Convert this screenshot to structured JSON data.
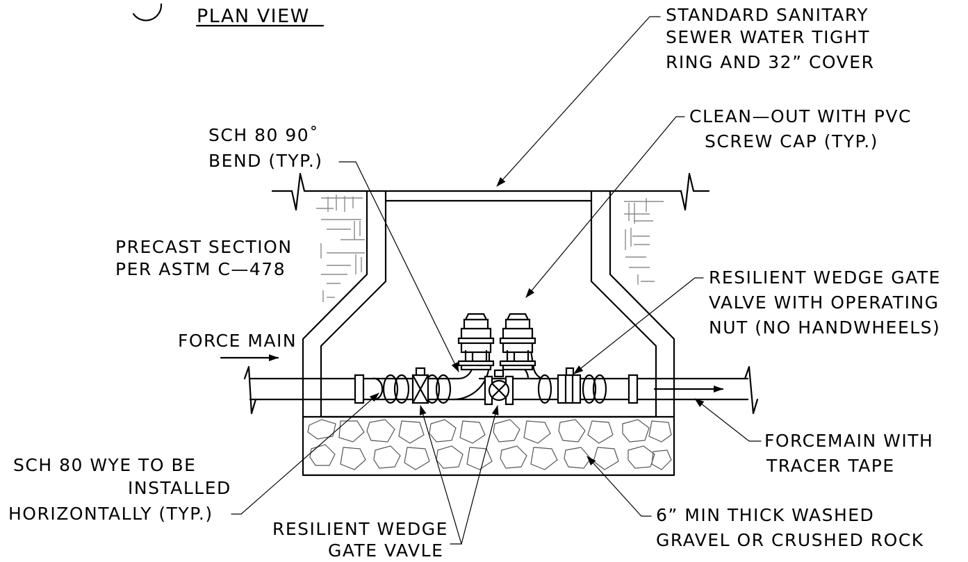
{
  "title": "PLAN VIEW",
  "callout_number": "",
  "labels": {
    "cover_line1": "STANDARD SANITARY",
    "cover_line2": "SEWER WATER TIGHT",
    "cover_line3": "RING AND 32” COVER",
    "cleanout_line1": "CLEAN—OUT WITH PVC",
    "cleanout_line2": "SCREW CAP (TYP.)",
    "bend_line1": "SCH 80 90˚",
    "bend_line2": "BEND (TYP.)",
    "precast_line1": "PRECAST SECTION",
    "precast_line2": "PER ASTM C—478",
    "rwgv_nut_line1": "RESILIENT WEDGE GATE",
    "rwgv_nut_line2": "VALVE WITH OPERATING",
    "rwgv_nut_line3": "NUT (NO HANDWHEELS)",
    "force_main": "FORCE MAIN",
    "forcemain_tape_line1": "FORCEMAIN WITH",
    "forcemain_tape_line2": "TRACER TAPE",
    "wye_line1": "SCH 80 WYE TO BE",
    "wye_line2": "INSTALLED",
    "wye_line3": "HORIZONTALLY (TYP.)",
    "gate_valve_line1": "RESILIENT WEDGE",
    "gate_valve_line2": "GATE VAVLE",
    "gravel_line1": "6” MIN THICK WASHED",
    "gravel_line2": "GRAVEL OR CRUSHED ROCK"
  },
  "colors": {
    "line": "#000000",
    "background": "#ffffff",
    "soil_hatch": "#8a8a8a"
  }
}
